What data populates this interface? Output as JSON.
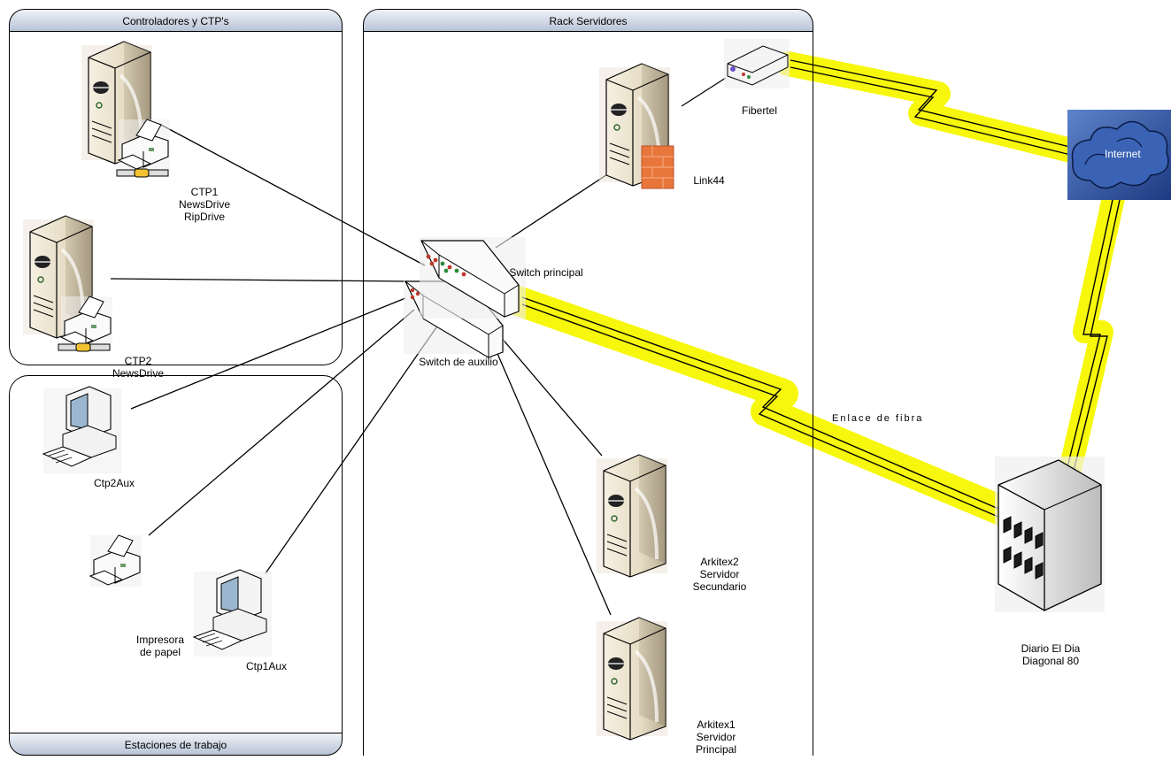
{
  "panels": {
    "controllers": "Controladores y CTP's",
    "rack": "Rack Servidores",
    "workstations": "Estaciones de trabajo"
  },
  "nodes": {
    "ctp1": [
      "CTP1",
      "NewsDrive",
      "RipDrive"
    ],
    "ctp2": [
      "CTP2",
      "NewsDrive"
    ],
    "ctp2aux": "Ctp2Aux",
    "printer": [
      "Impresora",
      "de papel"
    ],
    "ctp1aux": "Ctp1Aux",
    "link44": "Link44",
    "fibertel": "Fibertel",
    "internet": "Internet",
    "switch_main": "Switch principal",
    "switch_aux": "Switch de auxilio",
    "arkitex2": [
      "Arkitex2",
      "Servidor",
      "Secundario"
    ],
    "arkitex1": [
      "Arkitex1",
      "Servidor",
      "Principal"
    ],
    "building": [
      "Diario El Dia",
      "Diagonal 80"
    ]
  },
  "links": {
    "fiber": "Enlace de fibra"
  },
  "colors": {
    "panel_header": "#c5cfdf",
    "link_glow": "#f7f700",
    "cloud": "#2b4fa0",
    "firewall": "#e8763a"
  }
}
